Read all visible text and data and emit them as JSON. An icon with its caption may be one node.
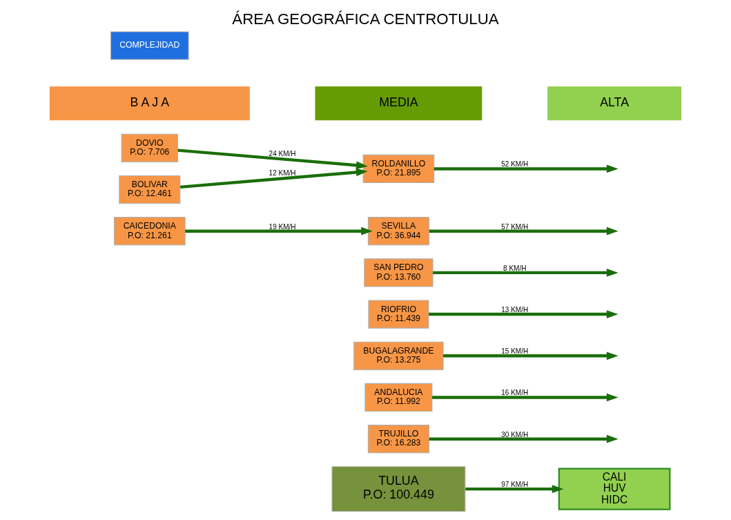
{
  "diagram": {
    "title": "ÁREA GEOGRÁFICA CENTROTULUA",
    "nodes": [
      {
        "text": [
          "COMPLEJIDAD"
        ]
      },
      {
        "text": [
          "B A J A"
        ]
      },
      {
        "text": [
          "MEDIA"
        ]
      },
      {
        "text": [
          "ALTA"
        ]
      },
      {
        "text": [
          "BOLIVAR",
          "P.O: 12.461"
        ]
      },
      {
        "text": [
          "DOVIO",
          "P.O: 7.706"
        ]
      },
      {
        "text": [
          "CAICEDONIA",
          "P.O: 21.261"
        ]
      },
      {
        "text": [
          "ROLDANILLO",
          "P.O: 21.895"
        ]
      },
      {
        "text": [
          "SEVILLA",
          "P.O: 36.944"
        ]
      },
      {
        "text": [
          "SAN PEDRO",
          "P.O: 13.760"
        ]
      },
      {
        "text": [
          "RIOFRIO",
          "P.O: 11.439"
        ]
      },
      {
        "text": [
          "BUGALAGRANDE",
          "P.O: 13.275"
        ]
      },
      {
        "text": [
          "ANDALUCIA",
          "P.O: 11.992"
        ]
      },
      {
        "text": [
          "TRUJILLO",
          "P.O: 16.283"
        ]
      },
      {
        "text": [
          "TULUA",
          "P.O: 100.449"
        ]
      },
      {
        "text": [
          "CALI",
          "HUV",
          "HIDC"
        ]
      }
    ],
    "edges": [
      {
        "from": 4,
        "to": 7,
        "arrow": "to",
        "label": "12 KM/H"
      },
      {
        "from": 5,
        "to": 7,
        "arrow": "to",
        "label": "24 KM/H"
      },
      {
        "from": 6,
        "to": 8,
        "arrow": "to",
        "label": "19 KM/H"
      },
      {
        "from": 7,
        "to": null,
        "arrow": "to",
        "label": "52 KM/H"
      },
      {
        "from": 8,
        "to": null,
        "arrow": "to",
        "label": "57 KM/H"
      },
      {
        "from": 9,
        "to": null,
        "arrow": "to",
        "label": "8 KM/H"
      },
      {
        "from": 10,
        "to": null,
        "arrow": "to",
        "label": "13 KM/H"
      },
      {
        "from": 11,
        "to": null,
        "arrow": "to",
        "label": "15 KM/H"
      },
      {
        "from": 12,
        "to": null,
        "arrow": "to",
        "label": "16 KM/H"
      },
      {
        "from": 13,
        "to": null,
        "arrow": "to",
        "label": "30 KM/H"
      },
      {
        "from": 14,
        "to": 15,
        "arrow": "to",
        "label": "97 KM/H"
      }
    ]
  }
}
